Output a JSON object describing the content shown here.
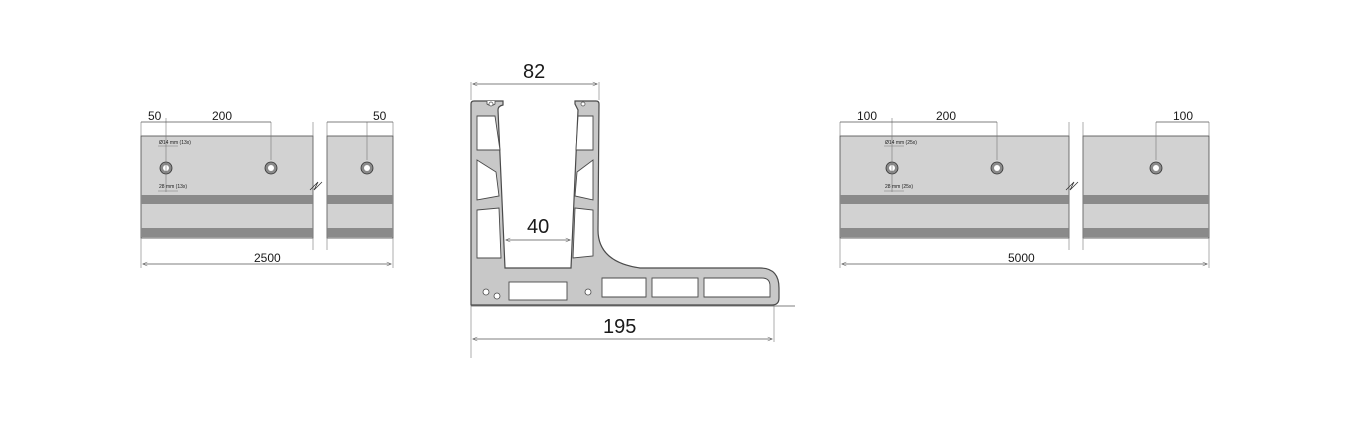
{
  "left_panel": {
    "dim_left_offset": "50",
    "dim_spacing": "200",
    "dim_right_offset": "50",
    "dim_total": "2500",
    "hole_note": "Ø14 mm  (13x)",
    "spacing_note": "28 mm  (13x)"
  },
  "profile": {
    "dim_top_width": "82",
    "dim_channel": "40",
    "dim_base": "195"
  },
  "right_panel": {
    "dim_left_offset": "100",
    "dim_spacing": "200",
    "dim_right_offset": "100",
    "dim_total": "5000",
    "hole_note": "Ø14 mm  (25x)",
    "spacing_note": "28 mm  (25x)"
  },
  "colors": {
    "panel_fill": "#d2d2d2",
    "groove_fill": "#8a8a8a",
    "profile_fill": "#c8c8c8",
    "outline": "#4a4a4a"
  }
}
